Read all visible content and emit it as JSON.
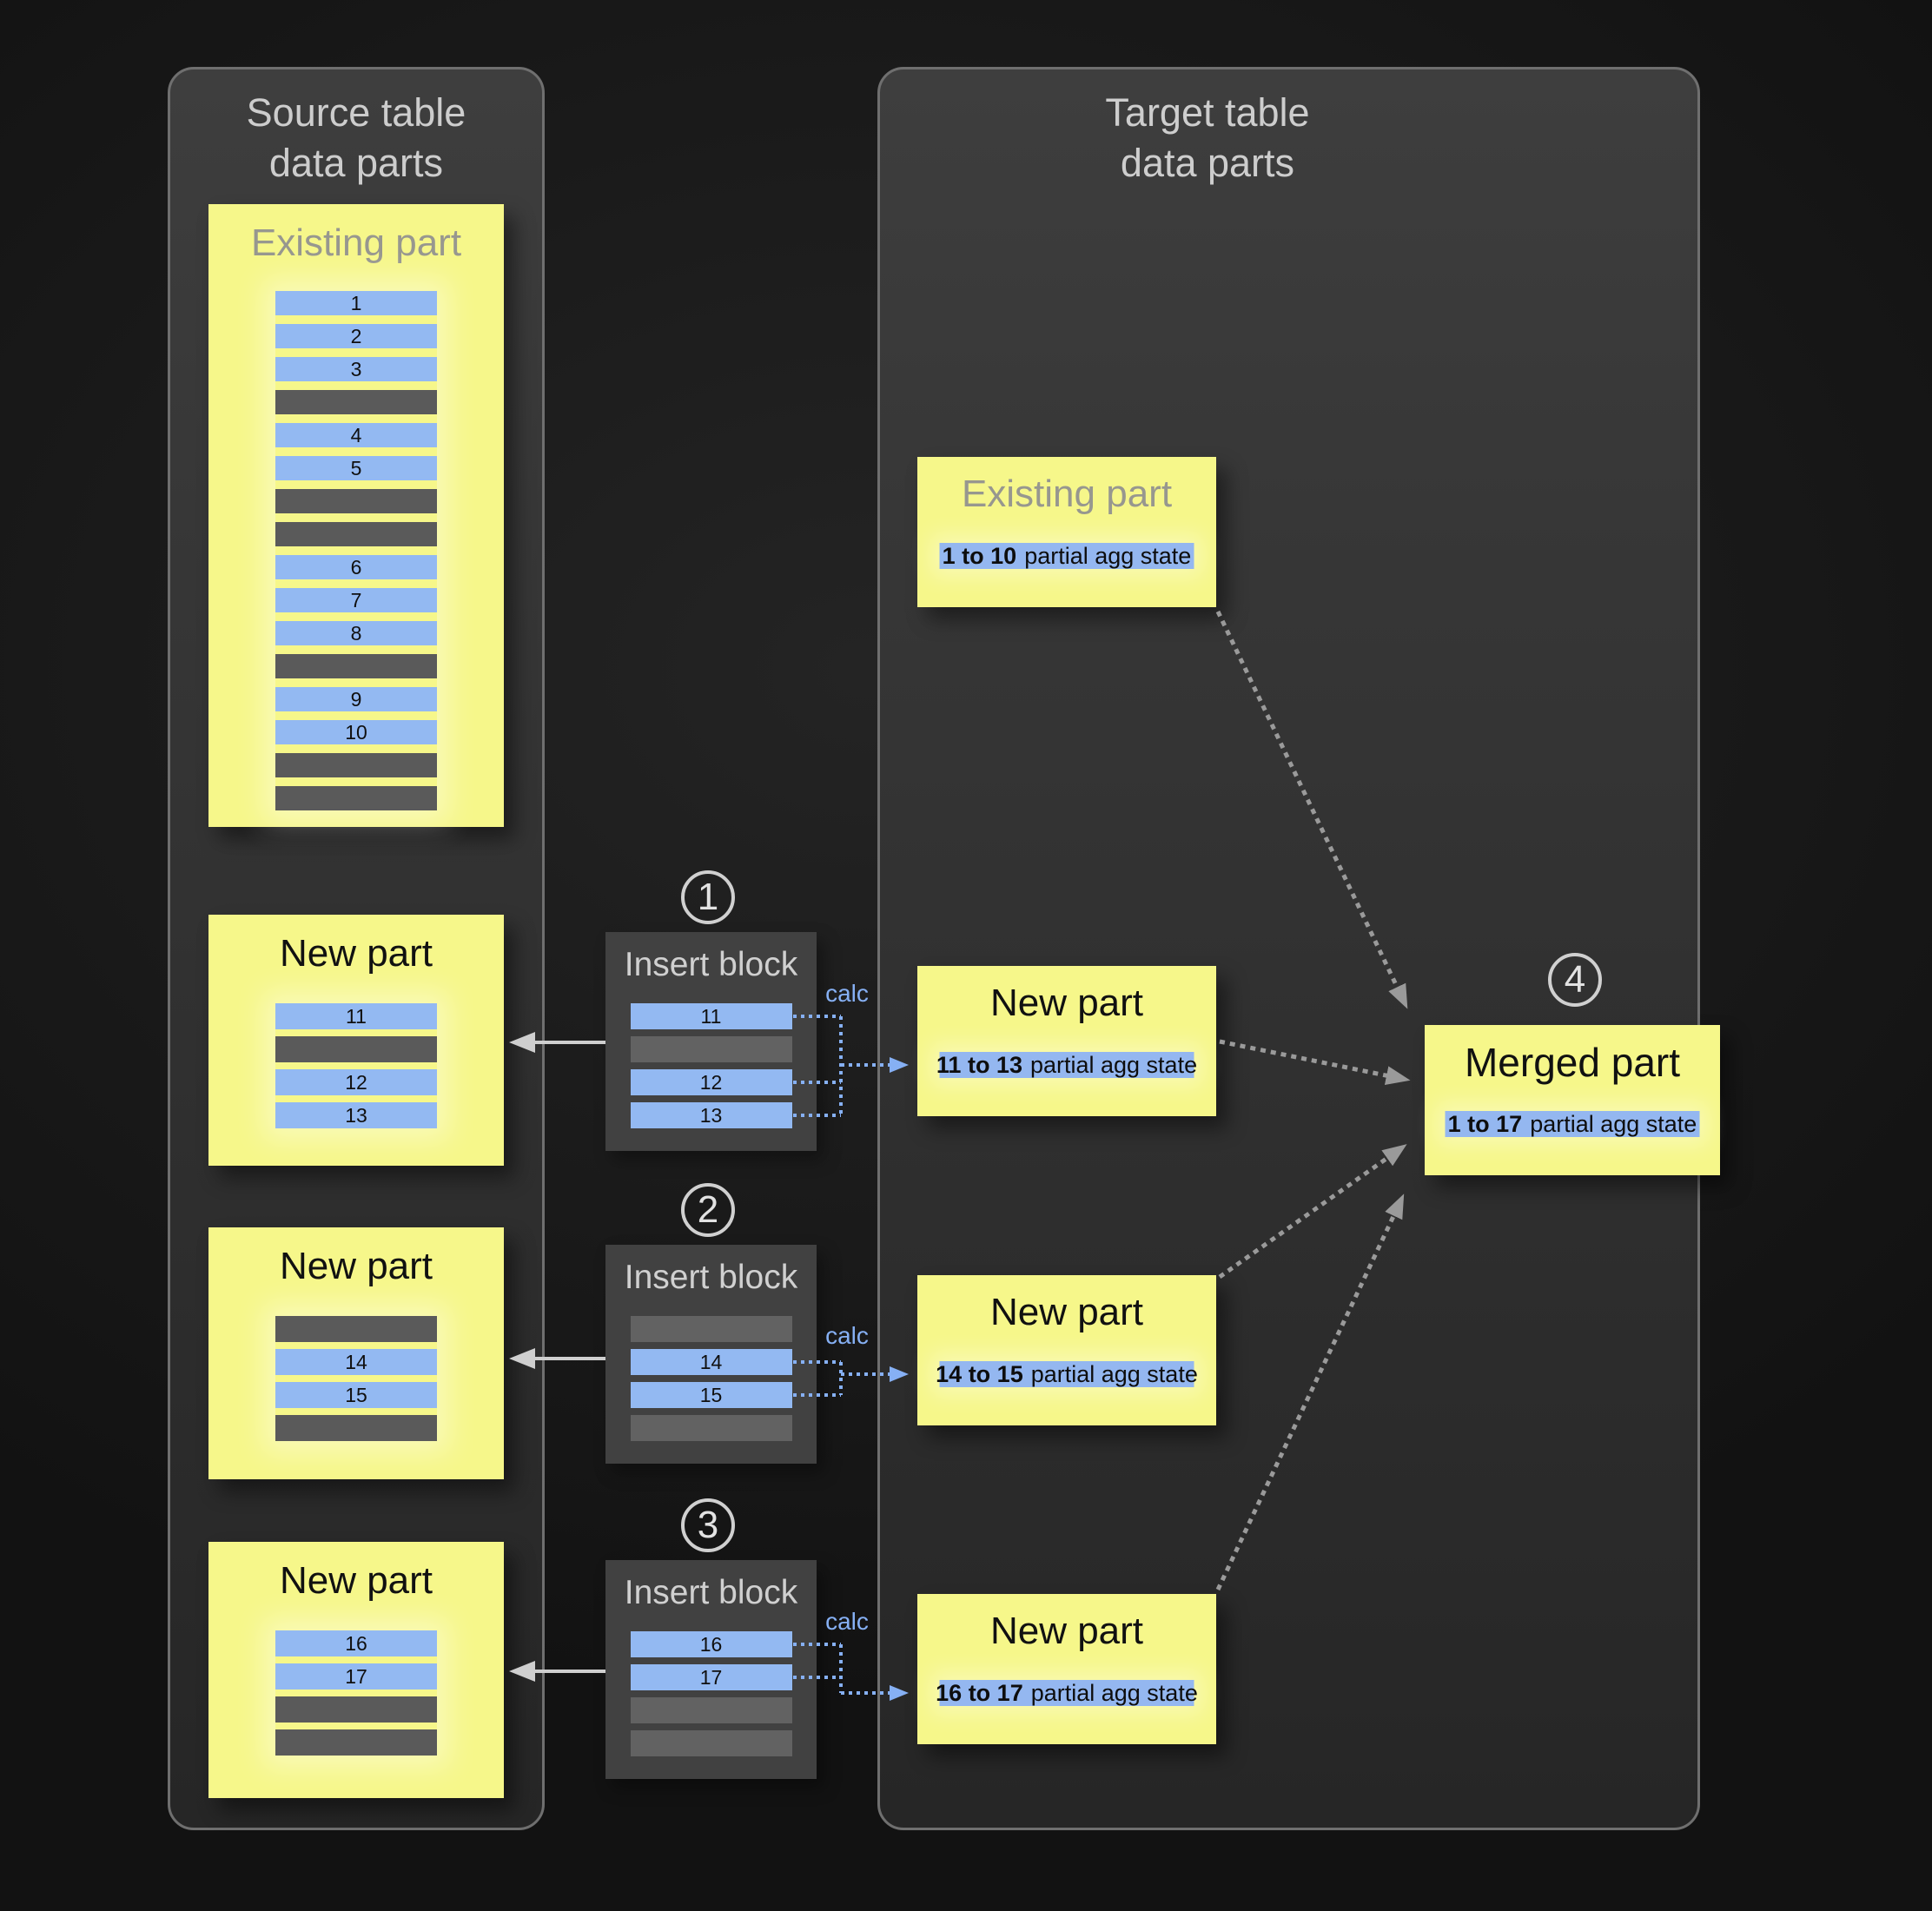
{
  "source_panel": {
    "title_line1": "Source table",
    "title_line2": "data parts",
    "existing_part": {
      "title": "Existing part",
      "rows": [
        "1",
        "2",
        "3",
        "",
        "4",
        "5",
        "",
        "",
        "6",
        "7",
        "8",
        "",
        "9",
        "10",
        "",
        ""
      ]
    },
    "new_parts": [
      {
        "title": "New part",
        "rows": [
          "11",
          "",
          "12",
          "13"
        ]
      },
      {
        "title": "New part",
        "rows": [
          "",
          "14",
          "15",
          ""
        ]
      },
      {
        "title": "New part",
        "rows": [
          "16",
          "17",
          "",
          ""
        ]
      }
    ]
  },
  "insert_blocks": [
    {
      "step": "1",
      "title": "Insert block",
      "calc_label": "calc",
      "rows": [
        "11",
        "",
        "12",
        "13"
      ]
    },
    {
      "step": "2",
      "title": "Insert block",
      "calc_label": "calc",
      "rows": [
        "",
        "14",
        "15",
        ""
      ]
    },
    {
      "step": "3",
      "title": "Insert block",
      "calc_label": "calc",
      "rows": [
        "16",
        "17",
        "",
        ""
      ]
    }
  ],
  "target_panel": {
    "title_line1": "Target table",
    "title_line2": "data parts",
    "parts": [
      {
        "title": "Existing part",
        "range": "1 to 10",
        "state": "partial agg state"
      },
      {
        "title": "New part",
        "range": "11 to 13",
        "state": "partial agg state"
      },
      {
        "title": "New part",
        "range": "14 to 15",
        "state": "partial agg state"
      },
      {
        "title": "New part",
        "range": "16 to 17",
        "state": "partial agg state"
      }
    ],
    "merged_part": {
      "step": "4",
      "title": "Merged part",
      "range": "1 to 17",
      "state": "partial agg state"
    }
  },
  "colors": {
    "part_yellow": "#f6f78a",
    "row_blue": "#93b9f2",
    "row_gray_on_yellow": "#5a5a5a",
    "row_gray_on_block": "#626262",
    "agg_band_blue": "#94b7f0",
    "calc_blue": "#86b0f4",
    "panel_title_gray": "#cdcdcd",
    "dotted_arrow_gray": "#9a9a9a"
  }
}
